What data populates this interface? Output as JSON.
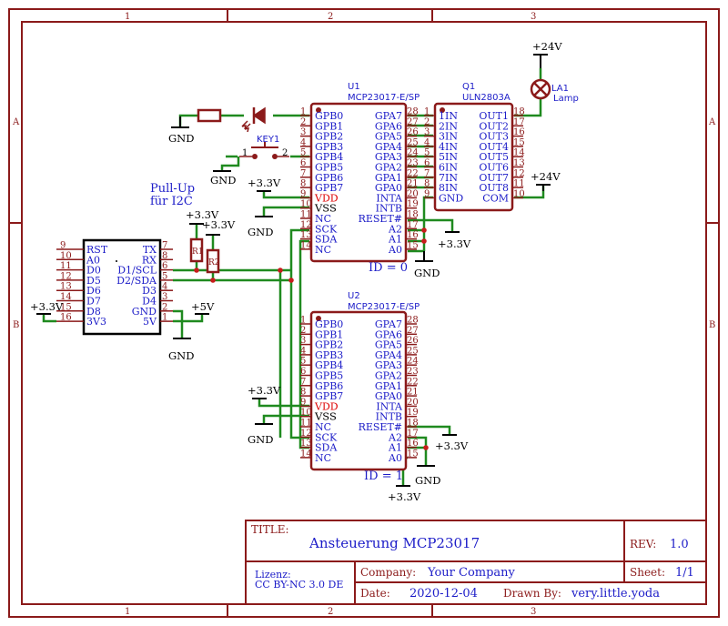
{
  "zones": {
    "top": [
      "1",
      "2",
      "3"
    ],
    "side": [
      "A",
      "B"
    ]
  },
  "u1": {
    "ref": "U1",
    "part": "MCP23017-E/SP",
    "id_label": "ID = 0",
    "left_pins": [
      {
        "num": "1",
        "name": "GPB0"
      },
      {
        "num": "2",
        "name": "GPB1"
      },
      {
        "num": "3",
        "name": "GPB2"
      },
      {
        "num": "4",
        "name": "GPB3"
      },
      {
        "num": "5",
        "name": "GPB4"
      },
      {
        "num": "6",
        "name": "GPB5"
      },
      {
        "num": "7",
        "name": "GPB6"
      },
      {
        "num": "8",
        "name": "GPB7"
      },
      {
        "num": "9",
        "name": "VDD"
      },
      {
        "num": "10",
        "name": "VSS"
      },
      {
        "num": "11",
        "name": "NC"
      },
      {
        "num": "12",
        "name": "SCK"
      },
      {
        "num": "13",
        "name": "SDA"
      },
      {
        "num": "14",
        "name": "NC"
      }
    ],
    "right_pins": [
      {
        "num": "28",
        "name": "GPA7"
      },
      {
        "num": "27",
        "name": "GPA6"
      },
      {
        "num": "26",
        "name": "GPA5"
      },
      {
        "num": "25",
        "name": "GPA4"
      },
      {
        "num": "24",
        "name": "GPA3"
      },
      {
        "num": "23",
        "name": "GPA2"
      },
      {
        "num": "22",
        "name": "GPA1"
      },
      {
        "num": "21",
        "name": "GPA0"
      },
      {
        "num": "20",
        "name": "INTA"
      },
      {
        "num": "19",
        "name": "INTB"
      },
      {
        "num": "18",
        "name": "RESET#"
      },
      {
        "num": "17",
        "name": "A2"
      },
      {
        "num": "16",
        "name": "A1"
      },
      {
        "num": "15",
        "name": "A0"
      }
    ]
  },
  "u2": {
    "ref": "U2",
    "part": "MCP23017-E/SP",
    "id_label": "ID = 1",
    "left_pins": [
      {
        "num": "1",
        "name": "GPB0"
      },
      {
        "num": "2",
        "name": "GPB1"
      },
      {
        "num": "3",
        "name": "GPB2"
      },
      {
        "num": "4",
        "name": "GPB3"
      },
      {
        "num": "5",
        "name": "GPB4"
      },
      {
        "num": "6",
        "name": "GPB5"
      },
      {
        "num": "7",
        "name": "GPB6"
      },
      {
        "num": "8",
        "name": "GPB7"
      },
      {
        "num": "9",
        "name": "VDD"
      },
      {
        "num": "10",
        "name": "VSS"
      },
      {
        "num": "11",
        "name": "NC"
      },
      {
        "num": "12",
        "name": "SCK"
      },
      {
        "num": "13",
        "name": "SDA"
      },
      {
        "num": "14",
        "name": "NC"
      }
    ],
    "right_pins": [
      {
        "num": "28",
        "name": "GPA7"
      },
      {
        "num": "27",
        "name": "GPA6"
      },
      {
        "num": "26",
        "name": "GPA5"
      },
      {
        "num": "25",
        "name": "GPA4"
      },
      {
        "num": "24",
        "name": "GPA3"
      },
      {
        "num": "23",
        "name": "GPA2"
      },
      {
        "num": "22",
        "name": "GPA1"
      },
      {
        "num": "21",
        "name": "GPA0"
      },
      {
        "num": "20",
        "name": "INTA"
      },
      {
        "num": "19",
        "name": "INTB"
      },
      {
        "num": "18",
        "name": "RESET#"
      },
      {
        "num": "17",
        "name": "A2"
      },
      {
        "num": "16",
        "name": "A1"
      },
      {
        "num": "15",
        "name": "A0"
      }
    ]
  },
  "q1": {
    "ref": "Q1",
    "part": "ULN2803A",
    "left_pins": [
      {
        "num": "1",
        "name": "1IN"
      },
      {
        "num": "2",
        "name": "2IN"
      },
      {
        "num": "3",
        "name": "3IN"
      },
      {
        "num": "4",
        "name": "4IN"
      },
      {
        "num": "5",
        "name": "5IN"
      },
      {
        "num": "6",
        "name": "6IN"
      },
      {
        "num": "7",
        "name": "7IN"
      },
      {
        "num": "8",
        "name": "8IN"
      },
      {
        "num": "9",
        "name": "GND"
      }
    ],
    "right_pins": [
      {
        "num": "18",
        "name": "OUT1"
      },
      {
        "num": "17",
        "name": "OUT2"
      },
      {
        "num": "16",
        "name": "OUT3"
      },
      {
        "num": "15",
        "name": "OUT4"
      },
      {
        "num": "14",
        "name": "OUT5"
      },
      {
        "num": "13",
        "name": "OUT6"
      },
      {
        "num": "12",
        "name": "OUT7"
      },
      {
        "num": "11",
        "name": "OUT8"
      },
      {
        "num": "10",
        "name": "COM"
      }
    ]
  },
  "mcu": {
    "left_pins": [
      {
        "num": "9",
        "name": "RST"
      },
      {
        "num": "10",
        "name": "A0"
      },
      {
        "num": "11",
        "name": "D0"
      },
      {
        "num": "12",
        "name": "D5"
      },
      {
        "num": "13",
        "name": "D6"
      },
      {
        "num": "14",
        "name": "D7"
      },
      {
        "num": "15",
        "name": "D8"
      },
      {
        "num": "16",
        "name": "3V3"
      }
    ],
    "right_pins": [
      {
        "num": "7",
        "name": "TX"
      },
      {
        "num": "8",
        "name": "RX"
      },
      {
        "num": "6",
        "name": "D1/SCL"
      },
      {
        "num": "5",
        "name": "D2/SDA"
      },
      {
        "num": "4",
        "name": "D3"
      },
      {
        "num": "3",
        "name": "D4"
      },
      {
        "num": "2",
        "name": "GND"
      },
      {
        "num": "1",
        "name": "5V"
      }
    ]
  },
  "lamp": {
    "ref": "LA1",
    "value": "Lamp"
  },
  "key": {
    "ref": "KEY1",
    "pin1": "1",
    "pin2": "2"
  },
  "resistors": {
    "r1": "R1",
    "r2": "R2"
  },
  "nets": {
    "gnd": "GND",
    "v33": "+3.3V",
    "v24": "+24V",
    "v5": "+5V"
  },
  "note": {
    "line1": "Pull-Up",
    "line2": "für I2C"
  },
  "title_block": {
    "title_label": "TITLE:",
    "title": "Ansteuerung MCP23017",
    "rev_label": "REV:",
    "rev": "1.0",
    "license_label": "Lizenz:",
    "license": "CC BY-NC 3.0 DE",
    "company_label": "Company:",
    "company": "Your Company",
    "sheet_label": "Sheet:",
    "sheet": "1/1",
    "date_label": "Date:",
    "date": "2020-12-04",
    "drawn_label": "Drawn By:",
    "drawn": "very.little.yoda"
  },
  "colors": {
    "frame": "#8b1a1a",
    "wire": "#1f8a1f",
    "label": "#1c1cc8",
    "pin_red": "#d00000",
    "junction": "#c81c1c"
  }
}
